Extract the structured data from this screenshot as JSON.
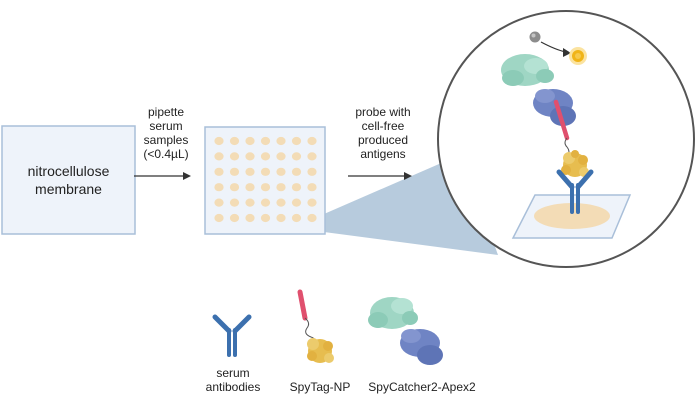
{
  "membrane": {
    "lines": [
      "nitrocellulose",
      "membrane"
    ]
  },
  "step1": {
    "lines": [
      "pipette",
      "serum",
      "samples",
      "(<0.4µL)"
    ]
  },
  "step2": {
    "lines": [
      "probe with",
      "cell-free",
      "produced",
      "antigens"
    ]
  },
  "grid": {
    "rows": 6,
    "cols": 7,
    "spot_color": "#f3dcb6"
  },
  "legend": {
    "antibody": {
      "lines": [
        "serum",
        "antibodies"
      ]
    },
    "spytag": {
      "label": "SpyTag-NP"
    },
    "spycatcher": {
      "label": "SpyCatcher2-Apex2"
    }
  },
  "colors": {
    "box_fill": "#eef3fa",
    "box_stroke": "#a9bfd9",
    "zoom_wedge": "#b7cbdd",
    "antibody": "#3c70ae",
    "spytag": "#e0506e",
    "nanoparticle": "#e7bd4f",
    "spycatcher_green": "#9fd6c4",
    "apex_blue": "#6f84c4",
    "substrate": "#8c8c8c",
    "product": "#f0b418"
  }
}
